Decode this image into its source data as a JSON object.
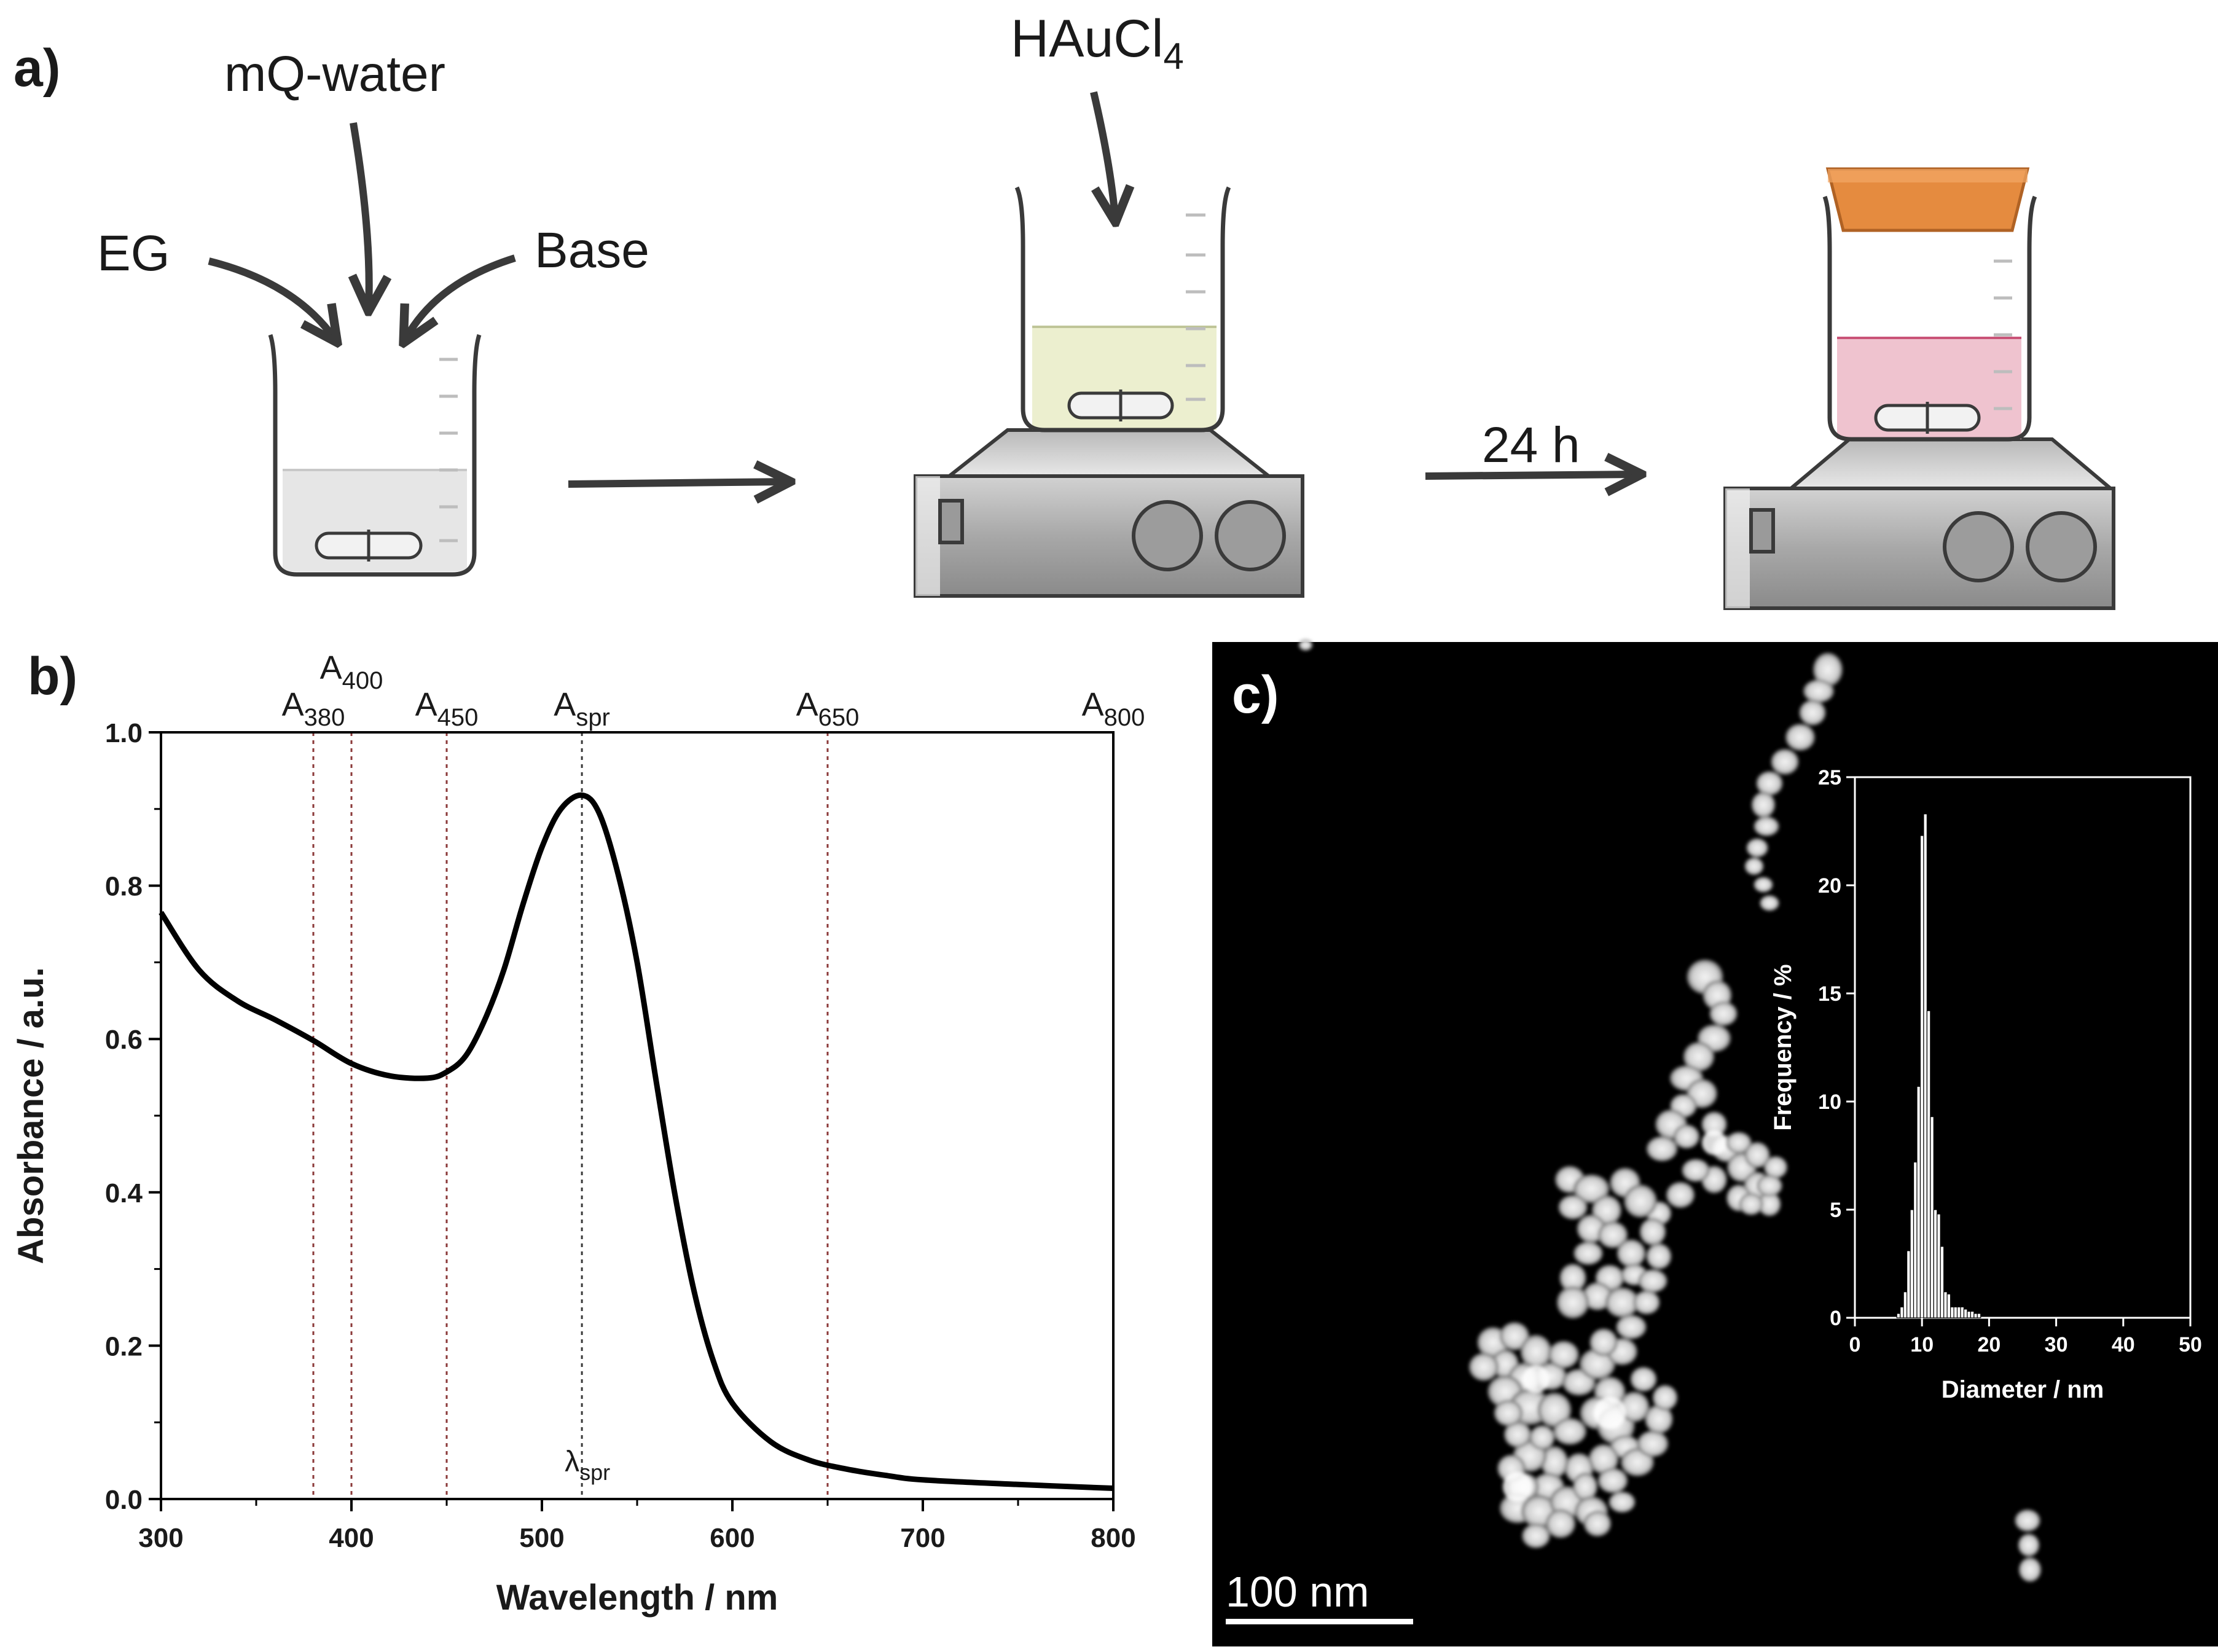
{
  "panel_a": {
    "label": "a)",
    "step1": {
      "reagent_top": "mQ-water",
      "reagent_left": "EG",
      "reagent_right": "Base"
    },
    "step2": {
      "reagent": "HAuCl",
      "reagent_sub": "4"
    },
    "step3": {
      "time": "24 h"
    },
    "colors": {
      "solution1": "#e6e6e6",
      "solution2": "#ecefcf",
      "solution3": "#efc3cf",
      "lid": "#e58b3f"
    }
  },
  "panel_b": {
    "label": "b)",
    "markers": [
      {
        "base": "A",
        "sub": "380"
      },
      {
        "base": "A",
        "sub": "400"
      },
      {
        "base": "A",
        "sub": "450"
      },
      {
        "base": "A",
        "sub": "spr"
      },
      {
        "base": "A",
        "sub": "650"
      },
      {
        "base": "A",
        "sub": "800"
      }
    ],
    "lambda_label": {
      "base": "λ",
      "sub": "spr"
    }
  },
  "panel_c": {
    "label": "c)",
    "scale_bar": "100 nm"
  },
  "chart_data": [
    {
      "type": "line",
      "xlabel": "Wavelength / nm",
      "ylabel": "Absorbance / a.u.",
      "xlim": [
        300,
        800
      ],
      "ylim": [
        0.0,
        1.0
      ],
      "xticks": [
        "300",
        "400",
        "500",
        "600",
        "700",
        "800"
      ],
      "yticks": [
        "0.0",
        "0.2",
        "0.4",
        "0.6",
        "0.8",
        "1.0"
      ],
      "vlines": [
        380,
        400,
        450,
        521,
        650
      ],
      "series": [
        {
          "x": [
            300,
            320,
            340,
            360,
            380,
            400,
            420,
            440,
            450,
            460,
            470,
            480,
            490,
            500,
            510,
            521,
            530,
            540,
            550,
            560,
            570,
            580,
            590,
            600,
            620,
            640,
            660,
            680,
            700,
            750,
            800
          ],
          "y": [
            0.765,
            0.69,
            0.65,
            0.625,
            0.598,
            0.568,
            0.552,
            0.549,
            0.557,
            0.578,
            0.625,
            0.69,
            0.775,
            0.85,
            0.9,
            0.918,
            0.895,
            0.815,
            0.7,
            0.545,
            0.395,
            0.27,
            0.18,
            0.125,
            0.075,
            0.051,
            0.039,
            0.031,
            0.025,
            0.019,
            0.014
          ]
        }
      ]
    },
    {
      "type": "bar",
      "xlabel": "Diameter / nm",
      "ylabel": "Frequency / %",
      "xlim": [
        0,
        50
      ],
      "ylim": [
        0,
        25
      ],
      "xticks": [
        "0",
        "10",
        "20",
        "30",
        "40",
        "50"
      ],
      "yticks": [
        "0",
        "5",
        "10",
        "15",
        "20",
        "25"
      ],
      "bin_width": 0.5,
      "x": [
        6.5,
        7.0,
        7.5,
        8.0,
        8.5,
        9.0,
        9.5,
        10.0,
        10.5,
        11.0,
        11.5,
        12.0,
        12.5,
        13.0,
        13.5,
        14.0,
        14.5,
        15.0,
        15.5,
        16.0,
        16.5,
        17.0,
        17.5,
        18.0,
        18.5
      ],
      "values": [
        0.2,
        0.5,
        1.2,
        3.1,
        5.0,
        7.2,
        10.7,
        22.3,
        23.3,
        14.2,
        9.3,
        5.0,
        4.8,
        3.3,
        1.2,
        1.1,
        0.5,
        0.5,
        0.5,
        0.5,
        0.4,
        0.3,
        0.3,
        0.2,
        0.2
      ]
    }
  ]
}
